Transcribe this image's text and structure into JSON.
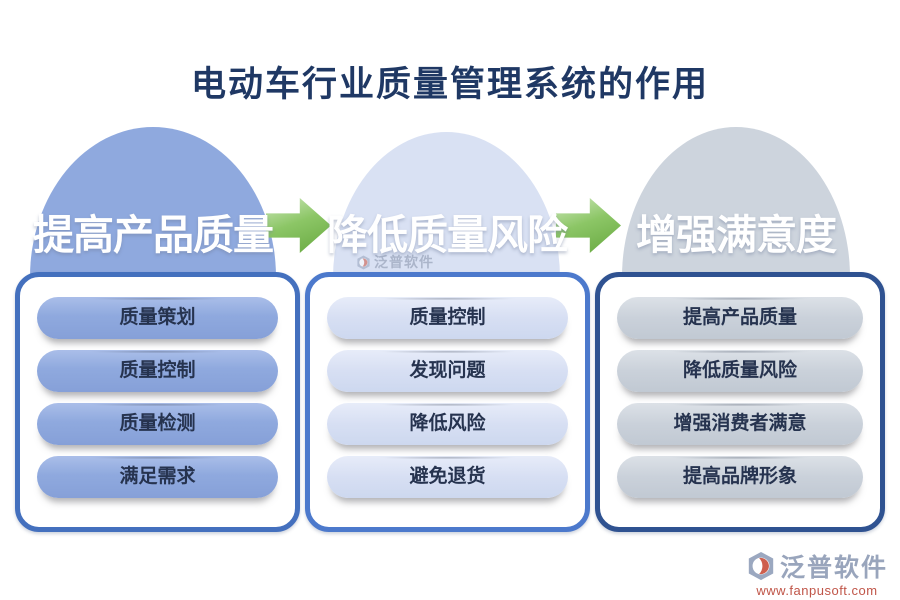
{
  "title": "电动车行业质量管理系统的作用",
  "stages": [
    {
      "header": "提高产品质量",
      "items": [
        "质量策划",
        "质量控制",
        "质量检测",
        "满足需求"
      ]
    },
    {
      "header": "降低质量风险",
      "items": [
        "质量控制",
        "发现问题",
        "降低风险",
        "避免退货"
      ]
    },
    {
      "header": "增强满意度",
      "items": [
        "提高产品质量",
        "降低质量风险",
        "增强消费者满意",
        "提高品牌形象"
      ]
    }
  ],
  "watermark": {
    "text": "泛普软件"
  },
  "logo": {
    "name": "泛普软件",
    "url": "www.fanpusoft.com"
  },
  "colors": {
    "title": "#1F3864",
    "stage1_circle": "#8FA9DE",
    "stage2_circle": "#D9E1F3",
    "stage3_circle": "#CDD4DD",
    "stage1_border": "#4470BE",
    "stage2_border": "#4C79CC",
    "stage3_border": "#2F5291",
    "arrow_green": "#70AD47",
    "logo_text": "#99A5BC",
    "logo_url": "#C05548"
  }
}
